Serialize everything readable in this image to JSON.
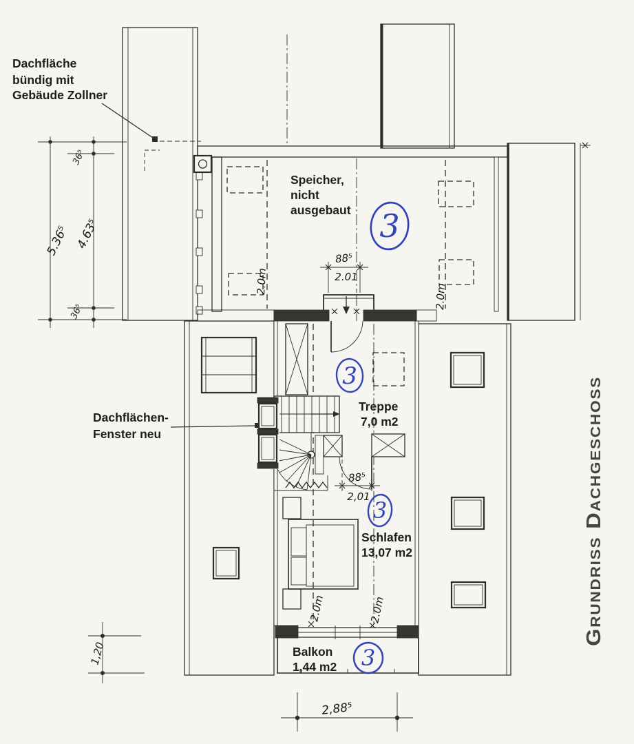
{
  "palette": {
    "paper": "#f6f5f1",
    "ink": "#2e2d2b",
    "wall_dark": "#383633",
    "annotation_blue": "#3344b5"
  },
  "side_label": "Grundriss Dachgeschoss",
  "notes": {
    "roof": {
      "line1": "Dachfläche",
      "line2": "bündig mit",
      "line3": "Gebäude Zollner"
    },
    "window": {
      "line1": "Dachflächen-",
      "line2": "Fenster neu"
    }
  },
  "rooms": {
    "speicher": {
      "line1": "Speicher,",
      "line2": "nicht",
      "line3": "ausgebaut"
    },
    "treppe": {
      "name": "Treppe",
      "area": "7,0 m2"
    },
    "schlafen": {
      "name": "Schlafen",
      "area": "13,07 m2"
    },
    "balkon": {
      "name": "Balkon",
      "area": "1,44 m2"
    }
  },
  "marker": {
    "label": "3"
  },
  "dims": {
    "left_outer": "5.36⁵",
    "left_inner": "4.63⁵",
    "left_top": "36⁵",
    "left_bottom": "36⁵",
    "speicher_door_w": "88⁵",
    "speicher_door_h": "2.01",
    "schlafen_door_w": "88⁵",
    "schlafen_door_h": "2,01",
    "contour": "2.0m",
    "balkon_side": "1,20",
    "balkon_width": "2,88⁵"
  }
}
